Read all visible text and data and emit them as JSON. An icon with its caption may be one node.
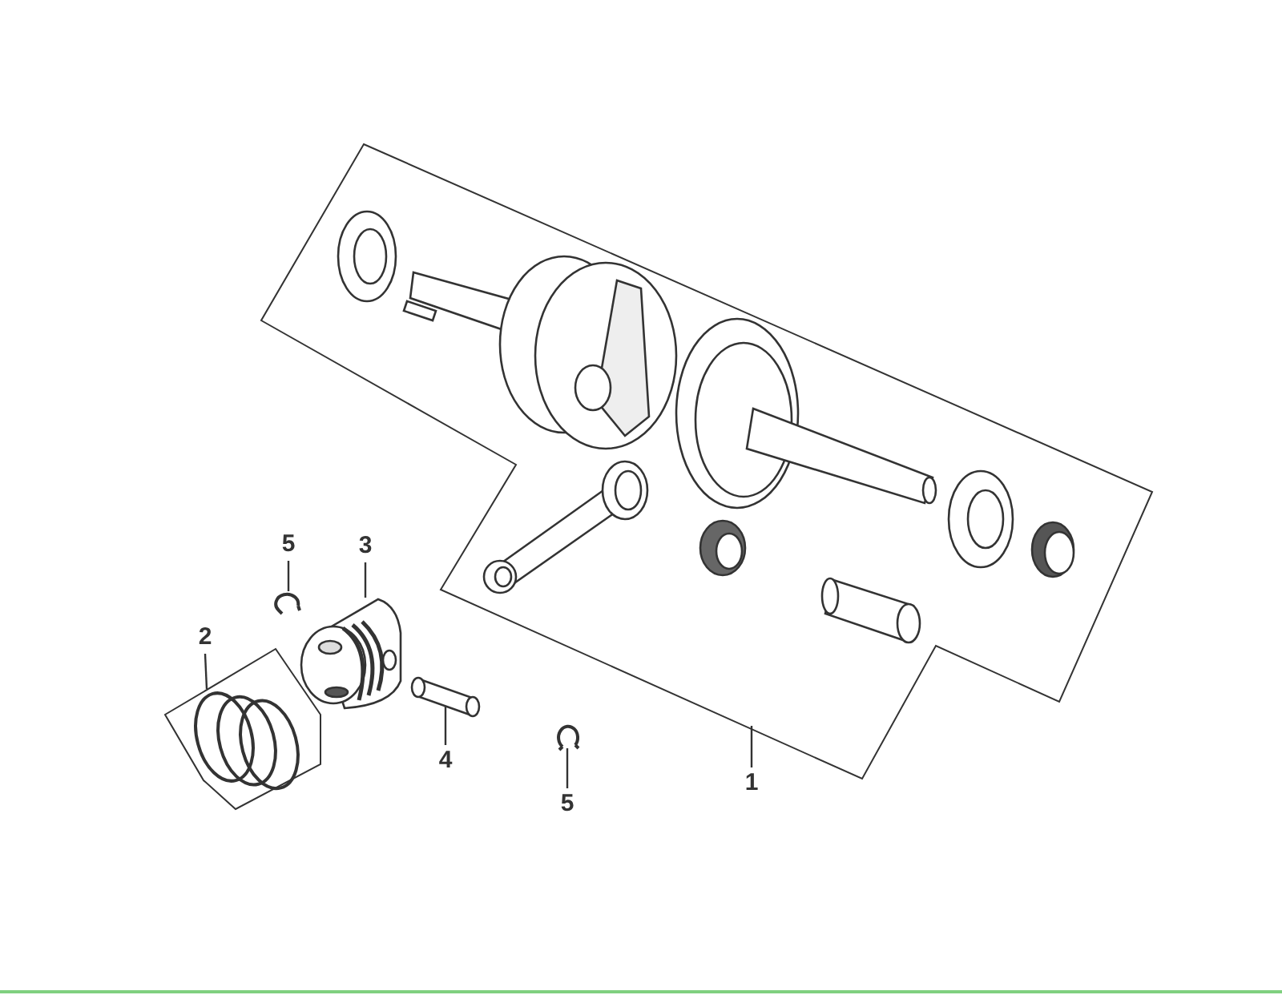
{
  "diagram": {
    "nodes": [
      {
        "text": [
          "5"
        ]
      },
      {
        "text": [
          "3"
        ]
      },
      {
        "text": [
          "2"
        ]
      },
      {
        "text": [
          "4"
        ]
      },
      {
        "text": [
          "5"
        ]
      },
      {
        "text": [
          "1"
        ]
      },
      {
        "text": [],
        "shape": "picture"
      },
      {
        "text": [],
        "shape": "picture"
      },
      {
        "text": [],
        "shape": "picture"
      },
      {
        "text": [],
        "shape": "picture"
      },
      {
        "text": [],
        "shape": "picture"
      },
      {
        "text": [],
        "shape": "picture"
      }
    ],
    "edges": [
      {
        "from": 0,
        "to": 6,
        "arrow": "none"
      },
      {
        "from": 1,
        "to": 7,
        "arrow": "none"
      },
      {
        "from": 2,
        "to": 8,
        "arrow": "none"
      },
      {
        "from": 3,
        "to": 9,
        "arrow": "none"
      },
      {
        "from": 4,
        "to": 10,
        "arrow": "none"
      },
      {
        "from": 5,
        "to": 11,
        "arrow": "none"
      }
    ]
  }
}
